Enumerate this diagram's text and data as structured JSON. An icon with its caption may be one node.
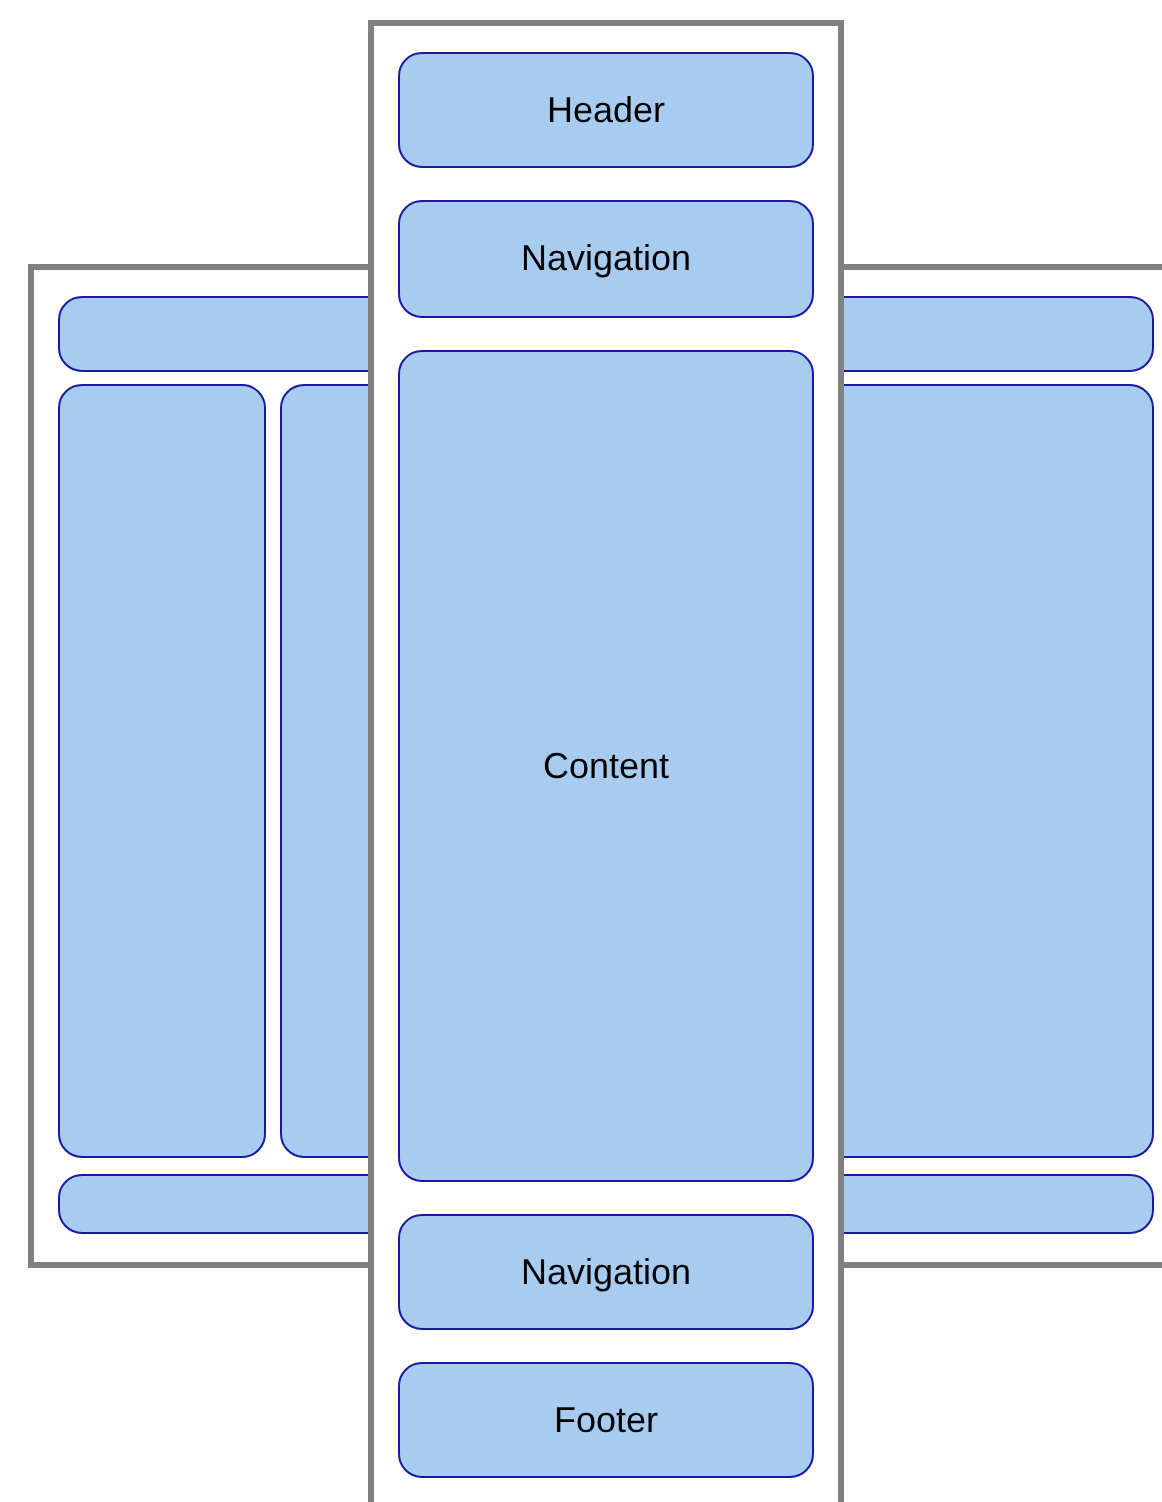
{
  "diagram": {
    "nodes": [
      {
        "text": [],
        "shape": "box"
      },
      {
        "text": [],
        "shape": "box",
        "in": 0
      },
      {
        "text": [],
        "shape": "box",
        "in": 0
      },
      {
        "text": [],
        "shape": "box",
        "in": 0
      },
      {
        "text": [],
        "shape": "box",
        "in": 0
      },
      {
        "text": [],
        "shape": "box",
        "in": 0
      },
      {
        "text": [],
        "shape": "box"
      },
      {
        "text": [
          "Header"
        ],
        "in": 6
      },
      {
        "text": [
          "Navigation"
        ],
        "in": 6
      },
      {
        "text": [
          "Content"
        ]
      },
      {
        "text": [
          "Navigation"
        ],
        "in": 6
      },
      {
        "text": [
          "Footer"
        ],
        "in": 6
      }
    ]
  }
}
